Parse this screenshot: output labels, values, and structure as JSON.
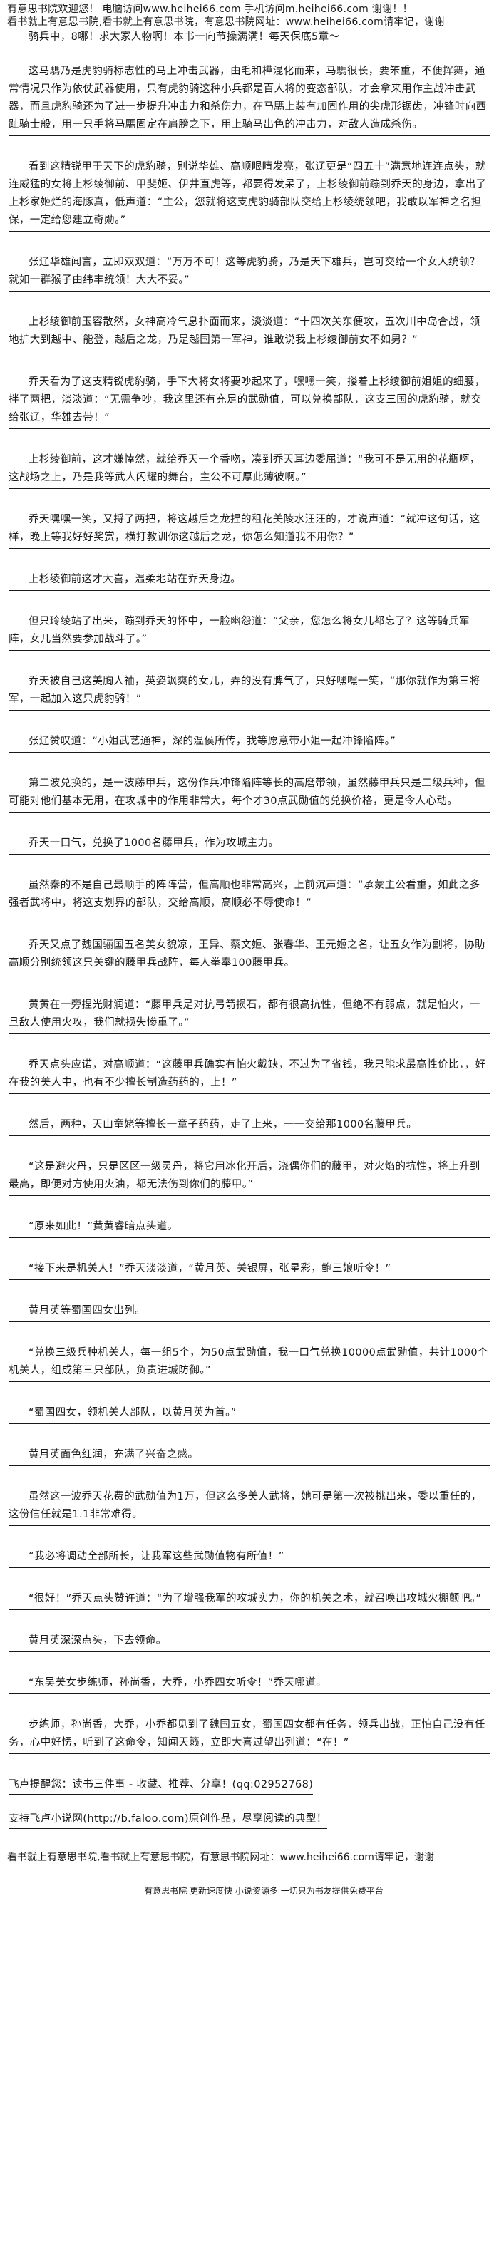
{
  "header": {
    "line1": "有意思书院欢迎您！ 电脑访问www.heihei66.com  手机访问m.heihei66.com  谢谢！！",
    "line2": "看书就上有意思书院,看书就上有意思书院，有意思书院网址：www.heihei66.com请牢记，谢谢"
  },
  "paragraphs": [
    "骑兵中，8哪！求大家人物啊！本书一向节操满满！每天保底5章～",
    "这马騳乃是虎豹骑标志性的马上冲击武器，由毛和樺混化而来，马騳很长，要笨重，不便挥舞，通常情况只作为依仗武器使用，只有虎豹骑这种小兵都是百人将的变态部队，才会拿来用作主战冲击武器，而且虎豹骑还为了进一步提升冲击力和杀伤力，在马騳上装有加固作用的尖虎形锯齿，冲锋时向西趾骑士般，用一只手将马騳固定在肩膀之下，用上骑马出色的冲击力，对敌人造成杀伤。",
    "看到这精锐甲于天下的虎豹骑，别说华雄、高顺眼睛发亮，张辽更是“四五十”满意地连连点头，就连威猛的女将上杉绫御前、甲斐姬、伊井直虎等，都要得发呆了，上杉绫御前蹦到乔天的身边，拿出了上杉家姬烂的海豚真，低声道：“主公，您就将这支虎豹骑部队交给上杉绫统领吧，我敢以军神之名担保，一定给您建立奇勋。”",
    "张辽华雄闻言，立即双双道：“万万不可！这等虎豹骑，乃是天下雄兵，岂可交给一个女人统领？就如一群猴子由纬丰统领！大大不妥。”",
    "上杉绫御前玉容散然，女神高冷气息扑面而来，淡淡道：“十四次关东便攻，五次川中岛合战，领地扩大到越中、能登，越后之龙，乃是越国第一军神，谁敢说我上杉绫御前女不如男？”",
    "乔天看为了这支精锐虎豹骑，手下大将女将要吵起来了，嘿嘿一笑，搂着上杉绫御前姐姐的细腰，拌了两把，淡淡道：“无需争吵，我这里还有充足的武勋值，可以兑换部队，这支三国的虎豹骑，就交给张辽，华雄去带！”",
    "上杉绫御前，这才嫌悻然，就给乔天一个香吻，凑到乔天耳边委屈道：“我可不是无用的花瓶啊，这战场之上，乃是我等武人闪耀的舞台，主公不可厚此薄彼啊。”",
    "乔天嘿嘿一笑，又捋了两把，将这越后之龙捏的租花美陵水汪汪的，才说声道：“就冲这句话，这样，晚上等我好好奖赏，横打教训你这越后之龙，你怎么知道我不用你？”",
    "上杉绫御前这才大喜，温柔地站在乔天身边。",
    "但只玲绫站了出来，蹦到乔天的怀中，一脸幽怨道：“父亲，您怎么将女儿都忘了？这等骑兵军阵，女儿当然要参加战斗了。”",
    "乔天被自己这美胸人袖，英姿飒爽的女儿，弄的没有脾气了，只好嘿嘿一笑，“那你就作为第三将军，一起加入这只虎豹骑！”",
    "张辽赞叹道：“小姐武艺通神，深的温侯所传，我等愿意带小姐一起冲锋陷阵。”",
    "第二波兑换的，是一波藤甲兵，这份作兵冲锋陷阵等长的高磨带领，虽然藤甲兵只是二级兵种，但可能对他们基本无用，在攻城中的作用非常大，每个才30点武勋值的兑换价格，更是令人心动。",
    "乔天一口气，兑换了1000名藤甲兵，作为攻城主力。",
    "虽然秦的不是自己最顺手的阵阵营，但高顺也非常高兴，上前沉声道：“承蒙主公看重，如此之多强者武将中，将这支划界的部队，交给高顺，高顺必不辱使命！”",
    "乔天又点了魏国骊国五名美女貌凉，王异、蔡文姬、张春华、王元姬之名，让五女作为副将，协助高顺分别统领这只关键的藤甲兵战阵，每人拳奉100藤甲兵。",
    "黄黄在一旁捏光财润道：“藤甲兵是对抗弓箭损石，都有很高抗性，但绝不有弱点，就是怕火，一旦敌人使用火攻，我们就损失惨重了。”",
    "乔天点头应诺，对高顺道：“这藤甲兵确实有怕火戴缺，不过为了省钱，我只能求最高性价比，，好在我的美人中，也有不少擅长制造药药的，上！”",
    "然后，两种，天山童姥等擅长一章子药药，走了上来，一一交给那1000名藤甲兵。",
    "“这是避火丹，只是区区一级灵丹，将它用冰化开后，浇偶你们的藤甲，对火焰的抗性，将上升到最高，即便对方使用火油，都无法伤到你们的藤甲。”",
    "“原来如此！”黄黄睿暗点头道。",
    "“接下来是机关人！”乔天淡淡道，“黄月英、关银屏，张星彩，鲍三娘听令！”",
    "黄月英等蜀国四女出列。",
    "“兑换三级兵种机关人，每一组5个，为50点武勋值，我一口气兑换10000点武勋值，共计1000个机关人，组成第三只部队，负责进城防御。”",
    "“蜀国四女，领机关人部队，以黄月英为首。”",
    "黄月英面色红润，充满了兴奋之感。",
    "虽然这一波乔天花费的武勋值为1万，但这么多美人武将，她可是第一次被挑出来，委以重任的，这份信任就是1.1非常难得。",
    "“我必将调动全部所长，让我军这些武勋值物有所值！”",
    "“很好！”乔天点头赞许道：“为了增强我军的攻城实力，你的机关之术，就召唤出攻城火棚颤吧。”",
    "黄月英深深点头，下去领命。",
    "“东吴美女步练师，孙尚香，大乔，小乔四女听令！”乔天哪道。",
    "步练师，孙尚香，大乔，小乔都见到了魏国五女，蜀国四女都有任务，领兵出战，正怕自己没有任务，心中好愣，听到了这命令，知闻天籁，立即大喜过望出列道：“在！”"
  ],
  "tail": {
    "notice": "飞卢提醒您：读书三件事 - 收藏、推荐、分享！(qq:02952768)",
    "support": "支持飞卢小说网(http://b.faloo.com)原创作品，尽享阅读的典型！",
    "footer_line": "看书就上有意思书院,看书就上有意思书院，有意思书院网址：www.heihei66.com请牢记，谢谢",
    "tagline": "有意思书院 更新速度快 小说资源多 一切只为书友提供免费平台"
  }
}
